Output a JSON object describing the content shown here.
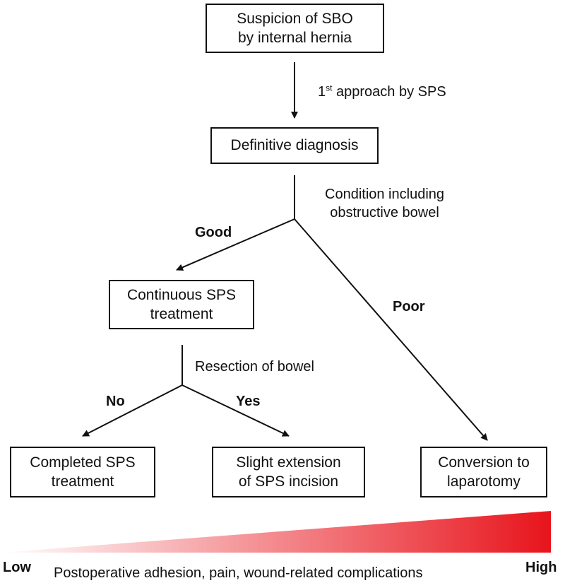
{
  "boxes": {
    "suspicion": "Suspicion of SBO\nby internal hernia",
    "diagnosis": "Definitive diagnosis",
    "continuous": "Continuous SPS\ntreatment",
    "completed": "Completed SPS\ntreatment",
    "extension": "Slight extension\nof SPS incision",
    "conversion": "Conversion to\nlaparotomy"
  },
  "edges": {
    "first_approach_base": "1",
    "first_approach_sup": "st",
    "first_approach_rest": " approach by SPS",
    "condition": "Condition including\nobstructive bowel",
    "good": "Good",
    "poor": "Poor",
    "resection": "Resection of bowel",
    "no": "No",
    "yes": "Yes"
  },
  "scale": {
    "low": "Low",
    "high": "High",
    "caption": "Postoperative adhesion, pain, wound-related complications",
    "color": "#e8141c"
  }
}
